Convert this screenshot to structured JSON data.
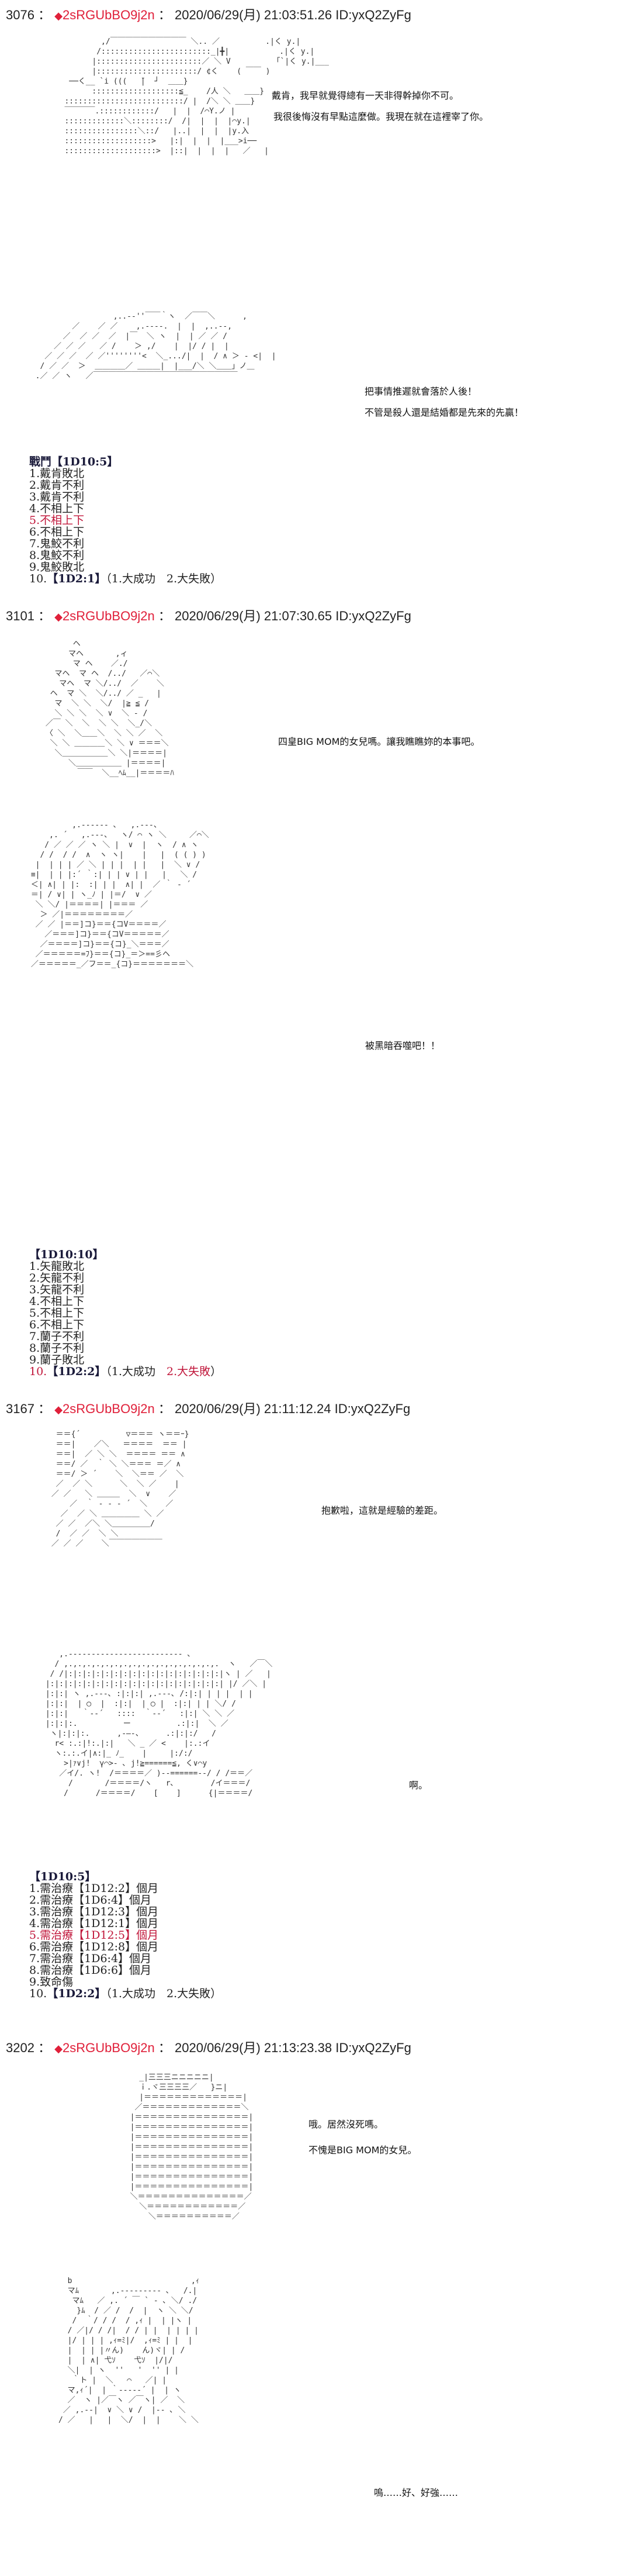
{
  "posts": [
    {
      "number": "3076",
      "trip": "2sRGUbBO9j2n",
      "datetime": "2020/06/29(月) 21:03:51.26",
      "id": "ID:yxQ2ZyFg",
      "dialogue": [
        "戴肯，我早就覺得總有一天非得幹掉你不可。",
        "我很後悔沒有早點這麼做。我現在就在這裡宰了你。",
        "把事情推遲就會落於人後！",
        "不管是殺人還是結婚都是先來的先贏！"
      ],
      "dice": {
        "title": "戰鬥【1D10:5】",
        "items": [
          "1.戴肯敗北",
          "2.戴肯不利",
          "3.戴肯不利",
          "4.不相上下",
          "5.不相上下",
          "6.不相上下",
          "7.鬼鮫不利",
          "8.鬼鮫不利",
          "9.鬼鮫敗北"
        ],
        "highlight_index": 4,
        "extra_prefix": "10.",
        "extra_roll": "【1D2:1】",
        "extra_options": "（1.大成功　2.大失敗）"
      }
    },
    {
      "number": "3101",
      "trip": "2sRGUbBO9j2n",
      "datetime": "2020/06/29(月) 21:07:30.65",
      "id": "ID:yxQ2ZyFg",
      "dialogue": [
        "四皇BIG MOM的女兒嗎。讓我瞧瞧妳的本事吧。",
        "被黑暗吞噬吧！！"
      ],
      "dice": {
        "title": "【1D10:10】",
        "items": [
          "1.矢龍敗北",
          "2.矢龍不利",
          "3.矢龍不利",
          "4.不相上下",
          "5.不相上下",
          "6.不相上下",
          "7.蘭子不利",
          "8.蘭子不利",
          "9.蘭子敗北"
        ],
        "highlight_index": -1,
        "extra_prefix": "10.",
        "extra_roll": "【1D2:2】",
        "extra_options_a": "（1.大成功　",
        "extra_options_b": "2.大失敗",
        "extra_options_c": "）"
      }
    },
    {
      "number": "3167",
      "trip": "2sRGUbBO9j2n",
      "datetime": "2020/06/29(月) 21:11:12.24",
      "id": "ID:yxQ2ZyFg",
      "dialogue": [
        "抱歉啦，這就是經驗的差距。",
        "啊。"
      ],
      "dice": {
        "title": "【1D10:5】",
        "items": [
          "1.需治療【1D12:2】個月",
          "2.需治療【1D6:4】個月",
          "3.需治療【1D12:3】個月",
          "4.需治療【1D12:1】個月",
          "5.需治療【1D12:5】個月",
          "6.需治療【1D12:8】個月",
          "7.需治療【1D6:4】個月",
          "8.需治療【1D6:6】個月",
          "9.致命傷"
        ],
        "highlight_index": 4,
        "extra_prefix": "10.",
        "extra_roll": "【1D2:2】",
        "extra_options": "（1.大成功　2.大失敗）"
      }
    },
    {
      "number": "3202",
      "trip": "2sRGUbBO9j2n",
      "datetime": "2020/06/29(月) 21:13:23.38",
      "id": "ID:yxQ2ZyFg",
      "dialogue": [
        "哦。居然沒死嗎。",
        "不愧是BIG MOM的女兒。",
        "嗚……好、好強……"
      ]
    }
  ],
  "separator": " ： ",
  "diamond": "◆",
  "colors": {
    "trip": "#e0203a",
    "highlight": "#c0163a",
    "text": "#111111",
    "background": "#ffffff"
  },
  "ascii_art": {
    "p1a": "                 ,/￣￣￣￣￣￣￣￣￣￣ ＼.. ／          .|く y.|\n                /::::::::::::::::::::::::_|╋|           .|く y.|\n               |:::::::::::::::::::::::／ ＼ V          ｢`|く y.|___\n               |::::::::::::::::::::::/ ¢く    ( ￣￣ )\n          ──く__ `i (((   ̄|  ┘  ＿＿}\n               :::::::::::::::::::≦_    /人 ＼   ＿＿}\n         ::::::::::::::::::::::::::/ |  /＼ ＼ ＿＿}\n         ￣￣￣￣.::::::::::::/   |  |  /⌒Y.ノ |\n         :::::::::::::＼::::::::/  /|  |  |  |⌒y.|\n         ::::::::::::::::＼::/   |..|  |  |  |y.入\n         :::::::::::::::::::>   |:|  |  |  |___>i──\n         ::::::::::::::::::::>  |::|  |  |  |   ／   |",
    "p1b": "                   ,..-‐''￣￣｀ヽ  ／￣￣＼      ,\n          ／    ／ ／    ,.-‐‐‐.  |  |  ,..-‐,\n        ／  ／ ／  ／  |￣  ＼ ヽ  |  | ／ ／ /\n      ／ ／ ／   ／ /    ＞ ,/    |  |/ / |  |\n    ／ ／ ／  ／ ／''''''''<  ＼_.../|  |  / ∧ ＞ ‐ <|  |\n   / ／ ／  ＞  ＿＿＿＿／ ＿＿＿|  |___/＼ ＼＿＿」ノ＿\n  .／ ／ ヽ   ／￣￣￣￣￣￣￣￣￣￣￣￣￣￣￣￣￣￣￣",
    "p2a": "       ヘ\n      マヘ       ,ィ\n       マ ヘ    ／./\n   マヘ  マ ヘ  /../   ／⌒＼\n    マヘ  マ ＼/../  ／    ＼\n  ヘ  マ ＼  ＼/../ ／ _   |\n   マ  ＼ ＼  ＼/  |≧ ≦ /\n   ＼ ＼ ＼  ＼ ∨  ＼ ‐ /\n ／￣ ＼  ＼  ＼ ＼  ＼_/＼\n 〈 ＼  ＼＿＿＼  ＼ ＼ ／  ＼\n  ＼ ＼ ＿＿＿＿＼ ＼ ∨ ＝＝＝＼\n   ＼＿＿＿＿＿＿＼ ＼|＝＝＝＝|\n      ＼＿＿＿＿＿＿ |＝＝＝＝|\n        ￣￣  ＼__ﾍﾑ__|＝＝＝＝ﾊ",
    "p2b": "          ,.-‐‐‐‐- ､   ,.-‐-、\n     ,. ´   ,.-‐‐、  ヽ/ ⌒ ヽ ＼     ／⌒＼\n    / ／ ／ ／ ヽ ＼ |  ∨  |  ヽ  / ∧ ヽ\n   / /  / /  ∧  ヽ ヽ|    |   |  ( ( ) )\n  |  | | | ／ ＼ | | |  | |   |  ＼ ∨ /\n ≡|  | | |:´ ｀:| | | ∨ | |   |   ＼ /\n ＜| ∧| | |:  :| | |  ∧| |  ／ ｀ ‐ ´\n ＝| / ∨| | ヽ_ﾉ | |＝/  ∨ ／\n  ＼ ＼/ |＝＝＝＝| |＝＝＝ ／\n   ＞ ／|＝＝＝＝＝＝＝＝／\n  ／ ／ |＝＝]コ}＝＝{コV＝＝＝＝／\n    ／＝＝＝]コ}＝＝{コV＝＝＝＝＝／\n   ／＝＝＝＝]コ}＝＝{コ}_＼＝＝＝／\n  ／＝＝＝＝＝=ﾌ}＝＝{コ}_＝＞==彡ヘ\n ／＝＝＝＝＝_／フ＝＝_{コ}＝＝＝＝＝＝＝＼",
    "p3a": "  ＝＝{´          ▽＝＝＝ ヽ＝＝ｰ}\n  ＝＝|    ／＼   ＝＝＝＝  ＝＝ |\n  ＝＝|  ／ ＼ ＼  ＝＝＝＝ ＝＝ ∧\n  ＝＝/ ／  ｀ ＼ ＼＝＝＝ ＝／ ∧\n  ＝＝/ ＞ ´    ＼  ＼＝＝ ／  ＼\n  ／  ／ ＼      ＼  ＼ ／    |\n ／ ／   ＼ ＿＿＿  ＼  ∨    ／\n     ／  ｀ ‐ ‐ ‐ ´  ＼    ／\n   ／  ／ ＼ ＿＿＿＿＿ ＼ ／\n  ／ ／  ／＼ ＼＿＿＿＿＿/\n  /  ／ ／  ＼ ＼\n ／ ／ ／    ＼￣￣￣￣￣￣￣",
    "p3b": "    ,.-‐‐‐‐‐‐‐‐‐‐‐‐‐‐‐‐‐‐‐‐‐‐‐- ､\n   / ,.,.,.,.,.,.,.,.,.,.,.,.,.,.,.,.,.  ヽ   ／￣＼\n  / /|:|:|:|:|:|:|:|:|:|:|:|:|:|:|:|:|:|ヽ | ／   |\n |:|:|:|:|:|:|:|:|:|:|:|:|:|:|:|:|:|:|:| |/ ／＼ |\n |:|:| ヽ ,.-‐-､ :|:|:| ,.-‐-､ /:|:| | | |  | |\n |:|:|  | ◯  |  :|:|  | ◯ |  :|:| | | ＼/ /\n |:|:|   ｀‐‐´   ::::  ｀‐‐´   :|:| ＼ ＼ ／\n |:|:|:.          ー          .:|:|  ＼ ／\n  ヽ|:|:|:.      ,-―-、     .:|:|:/   /\n   r< :.:|!:.|:|   ＼ _ ／ <    |:.:イ\n   ヽ:.:.イ|∧:|_ ﾉ_    |     |:/:/\n     >|ｧ∨j!  γ⌒>‐ ､ j!≧======≦, く∨⌒y\n    ／イ/. ヽ!  /＝＝＝＝／ )‐‐======‐‐/ / /＝＝／\n      /       /＝＝＝＝/ヽ   r､        /イ＝＝＝/\n     /      /＝＝＝＝/    [    ]      {|＝＝＝＝/",
    "p4a": "          _|三三三ニニニニニ|\n          ｉ.ヾ三三三三／   }ニ|\n          |＝＝＝＝＝＝＝＝＝＝＝＝＝|\n         ／＝＝＝＝＝＝＝＝＝＝＝＝＝＼\n        |＝＝＝＝＝＝＝＝＝＝＝＝＝＝＝|\n        |＝＝＝＝＝＝＝＝＝＝＝＝＝＝＝|\n        |＝＝＝＝＝＝＝＝＝＝＝＝＝＝＝|\n        |＝＝＝＝＝＝＝＝＝＝＝＝＝＝＝|\n        |＝＝＝＝＝＝＝＝＝＝＝＝＝＝＝|\n        |＝＝＝＝＝＝＝＝＝＝＝＝＝＝＝|\n        |＝＝＝＝＝＝＝＝＝＝＝＝＝＝＝|\n        |＝＝＝＝＝＝＝＝＝＝＝＝＝＝＝|\n        ＼＝＝＝＝＝＝＝＝＝＝＝＝＝＝／\n          ＼＝＝＝＝＝＝＝＝＝＝＝＝／\n            ＼＝＝＝＝＝＝＝＝＝＝／",
    "p4b": "  b                          ,ｨ\n  マﾑ       ,.-‐‐‐‐‐‐‐- ､   /.|\n   マﾑ   ／ ,. ´ ￣ ` ‐ ､ ＼/ ./\n    }ﾑ  / ／ /  /  |  ヽ ＼ ＼/\n   /  ｀/ / /  / ,ｨ |  | |ヽ |\n  / ／|/ / /|  / / | |  | | | |\n  |/ | | | ,ｨ=ﾐ|/  ,ｨ=ﾐ | |  |\n  |  | | |〃ん)    ん)ヾ| | /\n  |  | ∧| 弋ｿ    弋ｿ  |/|/\n  ＼|  | ヽ  ''   '  '' | |\n   ｀ト |  ＼   ⌒   ／| |\n  マ,ｨ´|  | ｀‐‐‐‐‐´ |  | ヽ\n  ／  ヽ |／￣ヽ ／￣ヽ| ／  ＼\n ／ ,.-‐|  ∨ ＼ ∨ /  |‐- ､ ＼\n/ ／   |   |  ＼/  |  |    ＼ ＼"
  }
}
